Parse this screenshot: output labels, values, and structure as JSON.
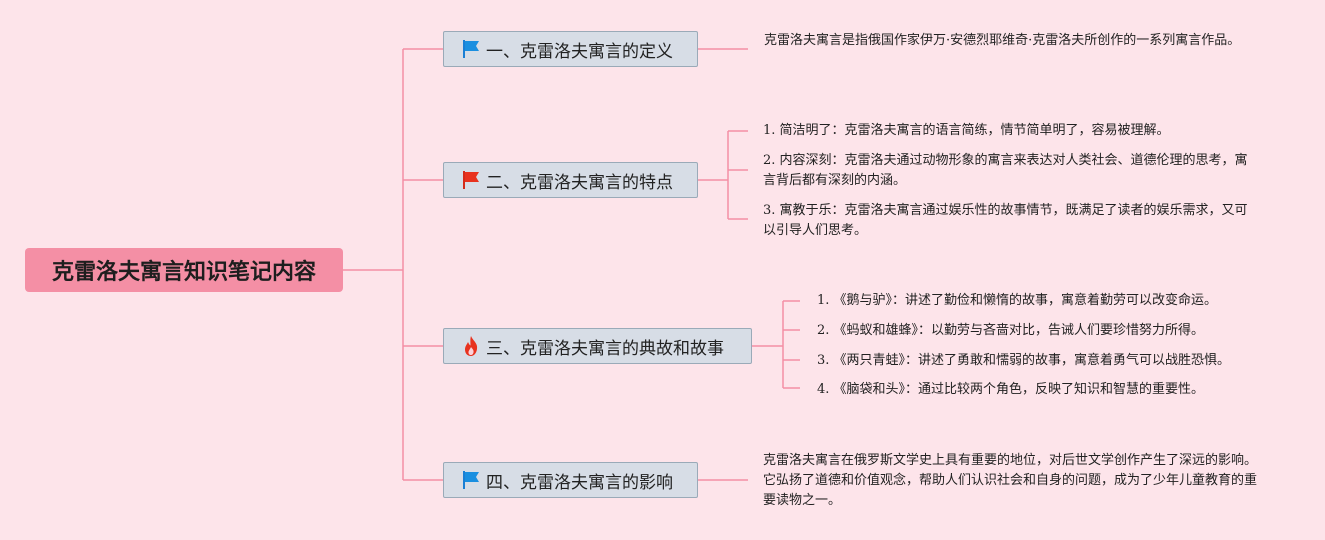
{
  "root": {
    "title": "克雷洛夫寓言知识笔记内容"
  },
  "colors": {
    "line": "#f48fa5",
    "root_bg": "#f48fa5",
    "topic_bg": "#d7dde6",
    "background": "#fde4ea"
  },
  "topics": [
    {
      "label": "一、克雷洛夫寓言的定义",
      "icon": "blue-flag-icon",
      "details": [
        "克雷洛夫寓言是指俄国作家伊万·安德烈耶维奇·克雷洛夫所创作的一系列寓言作品。"
      ]
    },
    {
      "label": "二、克雷洛夫寓言的特点",
      "icon": "red-flag-icon",
      "details": [
        "1. 简洁明了：克雷洛夫寓言的语言简练，情节简单明了，容易被理解。",
        "2. 内容深刻：克雷洛夫通过动物形象的寓言来表达对人类社会、道德伦理的思考，寓言背后都有深刻的内涵。",
        "3. 寓教于乐：克雷洛夫寓言通过娱乐性的故事情节，既满足了读者的娱乐需求，又可以引导人们思考。"
      ]
    },
    {
      "label": "三、克雷洛夫寓言的典故和故事",
      "icon": "fire-icon",
      "details": [
        "1. 《鹅与驴》：讲述了勤俭和懒惰的故事，寓意着勤劳可以改变命运。",
        "2. 《蚂蚁和雄蜂》：以勤劳与吝啬对比，告诫人们要珍惜努力所得。",
        "3. 《两只青蛙》：讲述了勇敢和懦弱的故事，寓意着勇气可以战胜恐惧。",
        "4. 《脑袋和头》：通过比较两个角色，反映了知识和智慧的重要性。"
      ]
    },
    {
      "label": "四、克雷洛夫寓言的影响",
      "icon": "blue-flag-icon",
      "details": [
        "克雷洛夫寓言在俄罗斯文学史上具有重要的地位，对后世文学创作产生了深远的影响。它弘扬了道德和价值观念，帮助人们认识社会和自身的问题，成为了少年儿童教育的重要读物之一。"
      ]
    }
  ]
}
